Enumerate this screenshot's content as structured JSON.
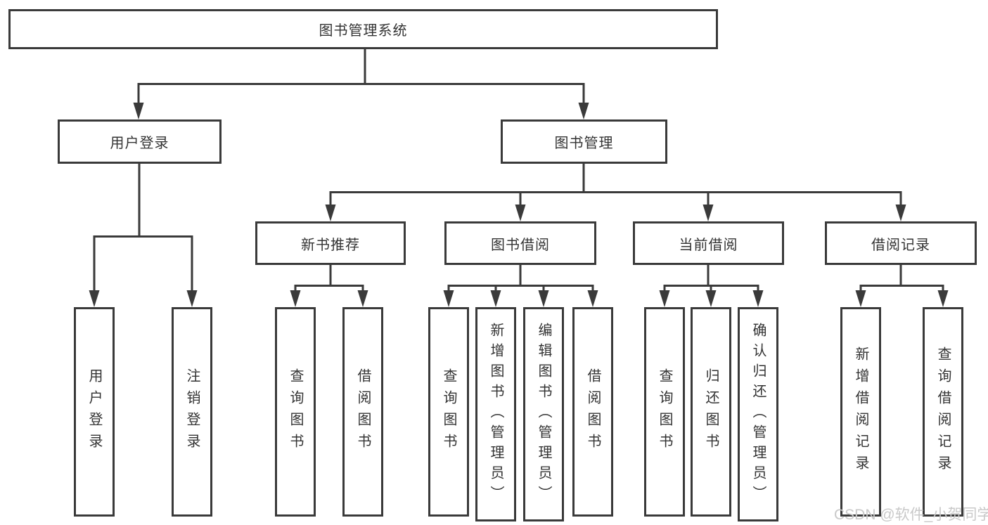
{
  "colors": {
    "line": "#3a3a3a",
    "text": "#333333",
    "background": "#ffffff",
    "watermark": "#c9c9c9"
  },
  "tree": {
    "root": {
      "label": "图书管理系统"
    },
    "branches": [
      {
        "label": "用户登录",
        "leaves": [
          {
            "label": "用户登录"
          },
          {
            "label": "注销登录"
          }
        ]
      },
      {
        "label": "图书管理",
        "sections": [
          {
            "label": "新书推荐",
            "leaves": [
              {
                "label": "查询图书"
              },
              {
                "label": "借阅图书"
              }
            ]
          },
          {
            "label": "图书借阅",
            "leaves": [
              {
                "label": "查询图书"
              },
              {
                "label": "新增图书（管理员）"
              },
              {
                "label": "编辑图书（管理员）"
              },
              {
                "label": "借阅图书"
              }
            ]
          },
          {
            "label": "当前借阅",
            "leaves": [
              {
                "label": "查询图书"
              },
              {
                "label": "归还图书"
              },
              {
                "label": "确认归还（管理员）"
              }
            ]
          },
          {
            "label": "借阅记录",
            "leaves": [
              {
                "label": "新增借阅记录"
              },
              {
                "label": "查询借阅记录"
              }
            ]
          }
        ]
      }
    ]
  },
  "watermark": {
    "text": "CSDN @软件_小贺同学"
  }
}
